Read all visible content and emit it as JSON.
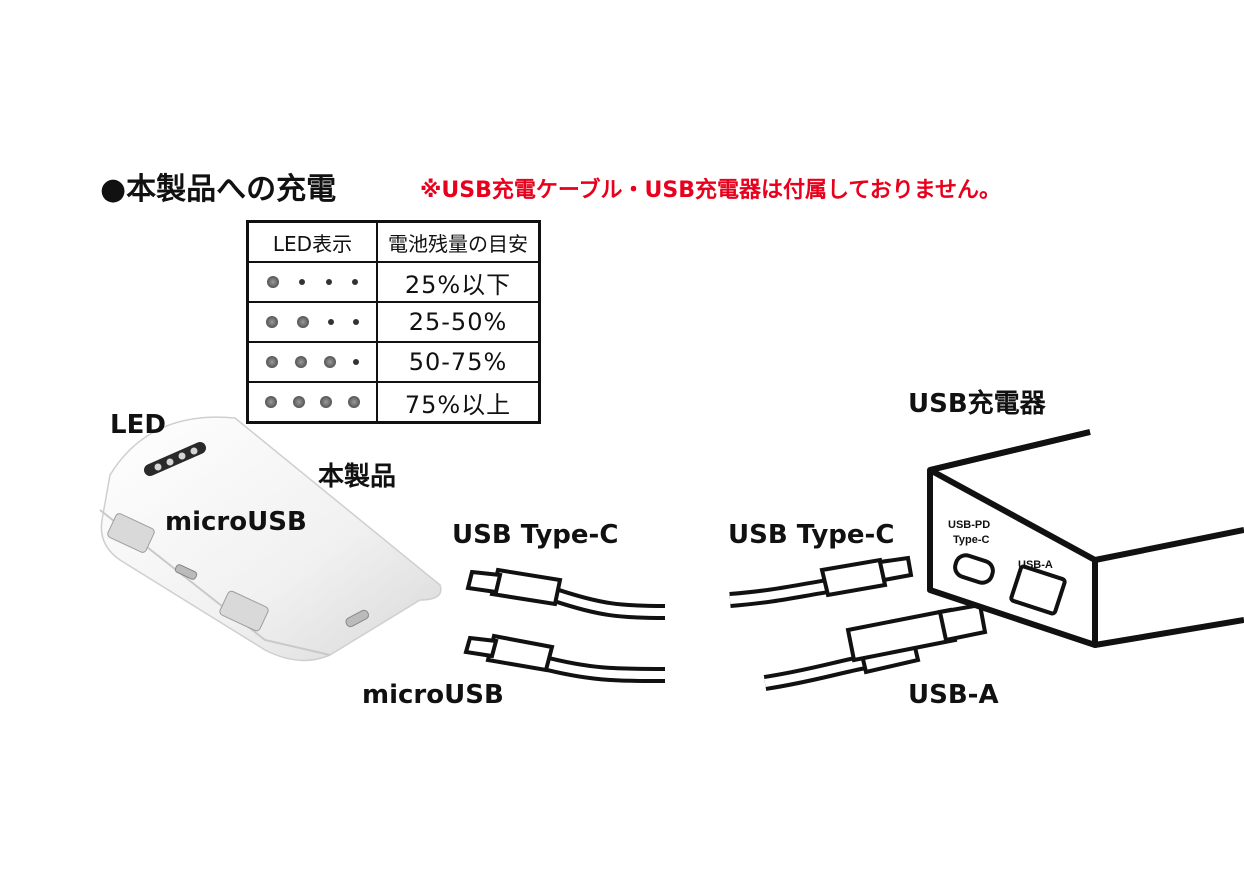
{
  "heading": "●本製品への充電",
  "note": "※USB充電ケーブル・USB充電器は付属しておりません。",
  "table": {
    "headers": [
      "LED表示",
      "電池残量の目安"
    ],
    "rows": [
      {
        "lit": 1,
        "level": "25%以下"
      },
      {
        "lit": 2,
        "level": "25-50%"
      },
      {
        "lit": 3,
        "level": "50-75%"
      },
      {
        "lit": 4,
        "level": "75%以上"
      }
    ],
    "led_count": 4
  },
  "labels": {
    "led": "LED",
    "product": "本製品",
    "microusb_port": "microUSB",
    "cable_typec_left": "USB Type-C",
    "cable_microusb": "microUSB",
    "cable_typec_right": "USB Type-C",
    "charger": "USB充電器",
    "cable_usba": "USB-A",
    "charger_port_pd_line1": "USB-PD",
    "charger_port_pd_line2": "Type-C",
    "charger_port_a": "USB-A"
  }
}
